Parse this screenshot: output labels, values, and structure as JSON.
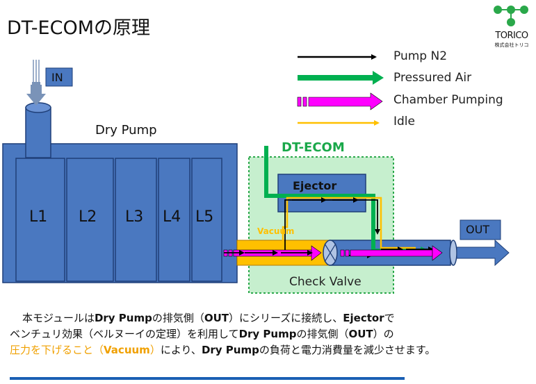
{
  "title": "DT-ECOMの原理",
  "logo": {
    "text": "TORICO",
    "sub": "株式会社トリコ"
  },
  "legend": [
    {
      "label": "Pump N2",
      "color": "#000000"
    },
    {
      "label": "Pressured Air",
      "color": "#00b050"
    },
    {
      "label": "Chamber Pumping",
      "color": "#ff00ff"
    },
    {
      "label": "Idle",
      "color": "#ffc000"
    }
  ],
  "labels": {
    "in": "IN",
    "dry_pump": "Dry Pump",
    "dt_ecom": "DT-ECOM",
    "ejector": "Ejector",
    "vacuum": "Vacuum",
    "check_valve": "Check Valve",
    "out": "OUT"
  },
  "pump_chambers": [
    "L1",
    "L2",
    "L3",
    "L4",
    "L5"
  ],
  "body": {
    "l1_a": "本モジュールは",
    "l1_b": "Dry Pump",
    "l1_c": "の排気側（",
    "l1_d": "OUT",
    "l1_e": "）にシリーズに接続し、",
    "l1_f": "Ejector",
    "l1_g": "で",
    "l2_a": "ベンチュリ効果（ベルヌーイの定理）を利用して",
    "l2_b": "Dry Pump",
    "l2_c": "の排気側（",
    "l2_d": "OUT",
    "l2_e": "）の",
    "l3_a": "圧力を下げること（",
    "l3_b": "Vacuum",
    "l3_c": "）",
    "l3_d": "により、",
    "l3_e": "Dry Pump",
    "l3_f": "の負荷と電力消費量を減少させます。"
  },
  "colors": {
    "pump_fill": "#4a78c0",
    "pump_stroke": "#1f3f78",
    "module_bg": "#c6efce",
    "module_border": "#2aa84a",
    "pressured_air": "#00b050",
    "chamber": "#ff00ff",
    "idle": "#ffc000",
    "accent_blue": "#1a5fb4"
  }
}
